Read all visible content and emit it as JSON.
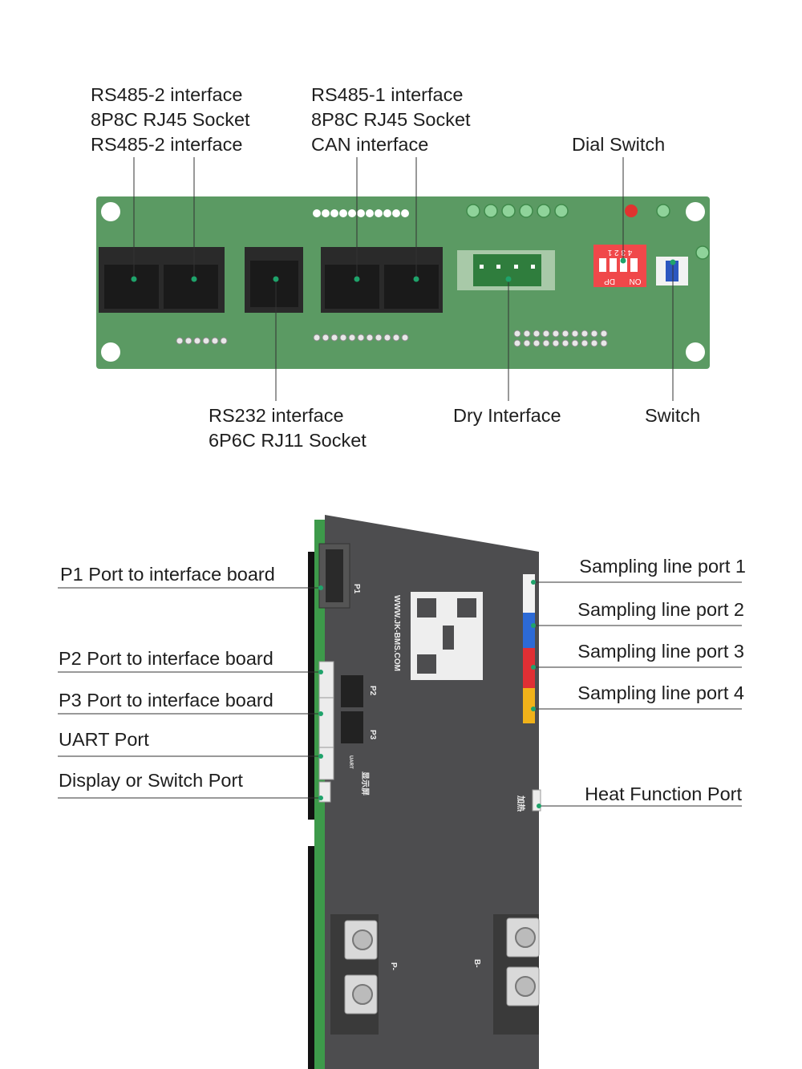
{
  "top_board": {
    "labels": {
      "rs485_2_group": [
        "RS485-2 interface",
        "8P8C RJ45 Socket",
        "RS485-2 interface"
      ],
      "rs485_1_group": [
        "RS485-1 interface",
        "8P8C RJ45 Socket",
        "CAN interface"
      ],
      "dial_switch": "Dial Switch",
      "rs232_group": [
        "RS232 interface",
        "6P6C RJ11 Socket"
      ],
      "dry_interface": "Dry Interface",
      "switch": "Switch"
    },
    "dip_switch_print": {
      "numbers": "4 3 2 1",
      "dp": "DP",
      "on": "ON"
    }
  },
  "bms_board": {
    "left_labels": [
      "P1 Port to interface board",
      "P2 Port to interface board",
      "P3 Port to interface board",
      "UART Port",
      "Display or Switch Port"
    ],
    "right_labels": [
      "Sampling line port 1",
      "Sampling line port 2",
      "Sampling line port 3",
      "Sampling line port 4",
      "Heat Function Port"
    ],
    "board_print": {
      "website": "WWW.JK-BMS.COM",
      "p1": "P1",
      "p2": "P2",
      "p3": "P3",
      "uart": "UART",
      "display": "显示屏",
      "heat": "加热",
      "p_minus": "P-",
      "b_minus": "B-"
    }
  },
  "colors": {
    "pcb_green": "#5b9a63",
    "plate_gray": "#4d4d4f",
    "marker_green": "#1fa36b",
    "dip_red": "#f0484a"
  }
}
